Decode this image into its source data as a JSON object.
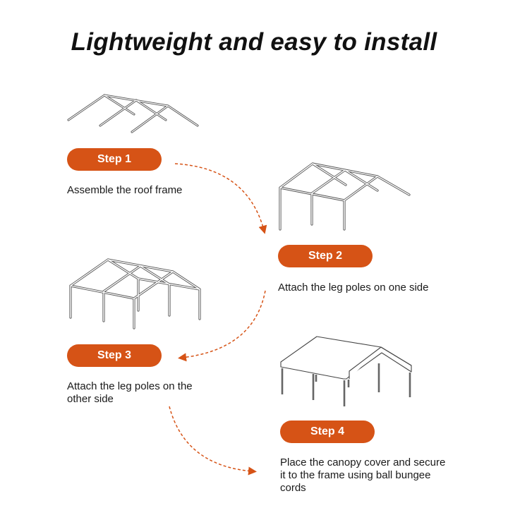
{
  "title": "Lightweight and easy to install",
  "accent_color": "#d65316",
  "steps": [
    {
      "label": "Step 1",
      "text": "Assemble the roof frame"
    },
    {
      "label": "Step 2",
      "text": "Attach the leg poles on one side"
    },
    {
      "label": "Step 3",
      "text": "Attach the leg poles on the other side"
    },
    {
      "label": "Step 4",
      "text": "Place the canopy cover and secure it to the frame using ball bungee cords"
    }
  ]
}
